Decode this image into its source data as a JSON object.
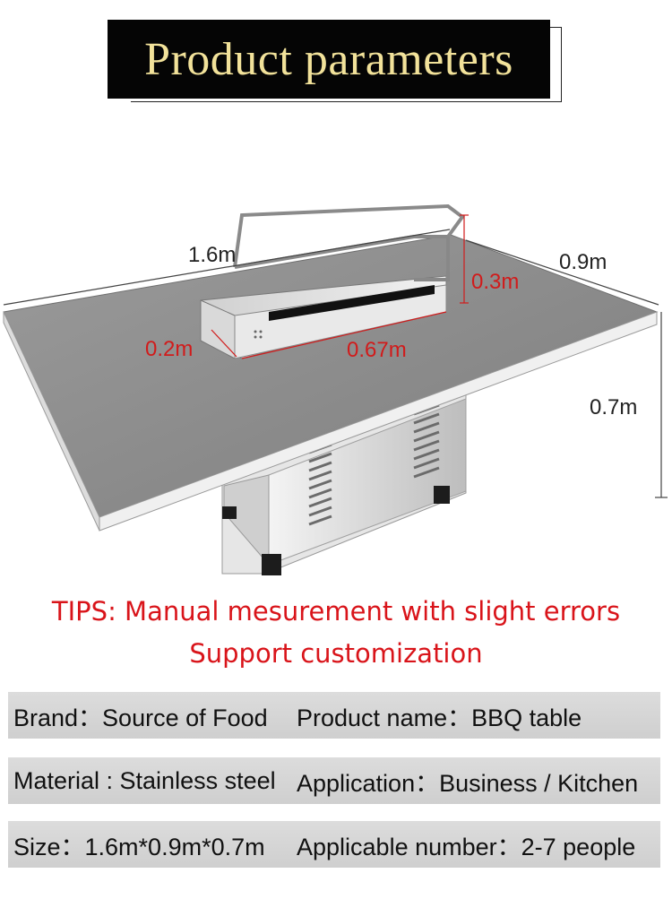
{
  "title": "Product parameters",
  "dimensions": {
    "length": "1.6m",
    "width": "0.9m",
    "height": "0.7m",
    "grill_height": "0.3m",
    "grill_width": "0.2m",
    "grill_length": "0.67m"
  },
  "tips": {
    "line1": "TIPS: Manual mesurement with slight errors",
    "line2": "Support customization"
  },
  "parameters": [
    {
      "left": "Brand：Source of Food",
      "right": "Product name：BBQ table"
    },
    {
      "left": "Material : Stainless steel",
      "right": "Application：Business / Kitchen"
    },
    {
      "left": "Size：1.6m*0.9m*0.7m",
      "right": "Applicable number：2-7 people"
    }
  ],
  "colors": {
    "title_bg": "#050505",
    "title_text": "#f2e29a",
    "tips_text": "#d9141a",
    "row_bg": "#d6d6d6",
    "tabletop": "#8c8c8c"
  }
}
